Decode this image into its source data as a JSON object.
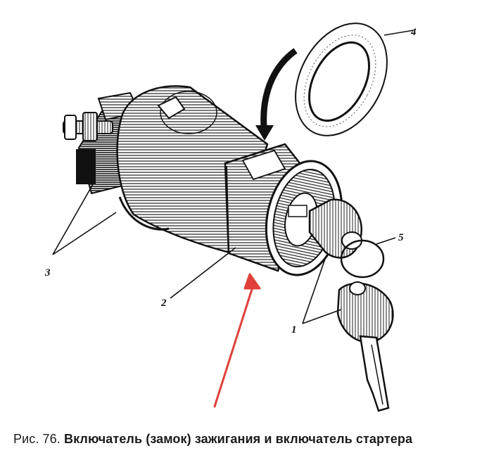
{
  "figure": {
    "labels": {
      "l1": "1",
      "l2": "2",
      "l3": "3",
      "l4": "4",
      "l5": "5"
    },
    "arrow_color": "#e0403a"
  },
  "caption": {
    "prefix": "Рис. 76.",
    "title": "Включатель (замок) зажигания и включатель стартера"
  }
}
